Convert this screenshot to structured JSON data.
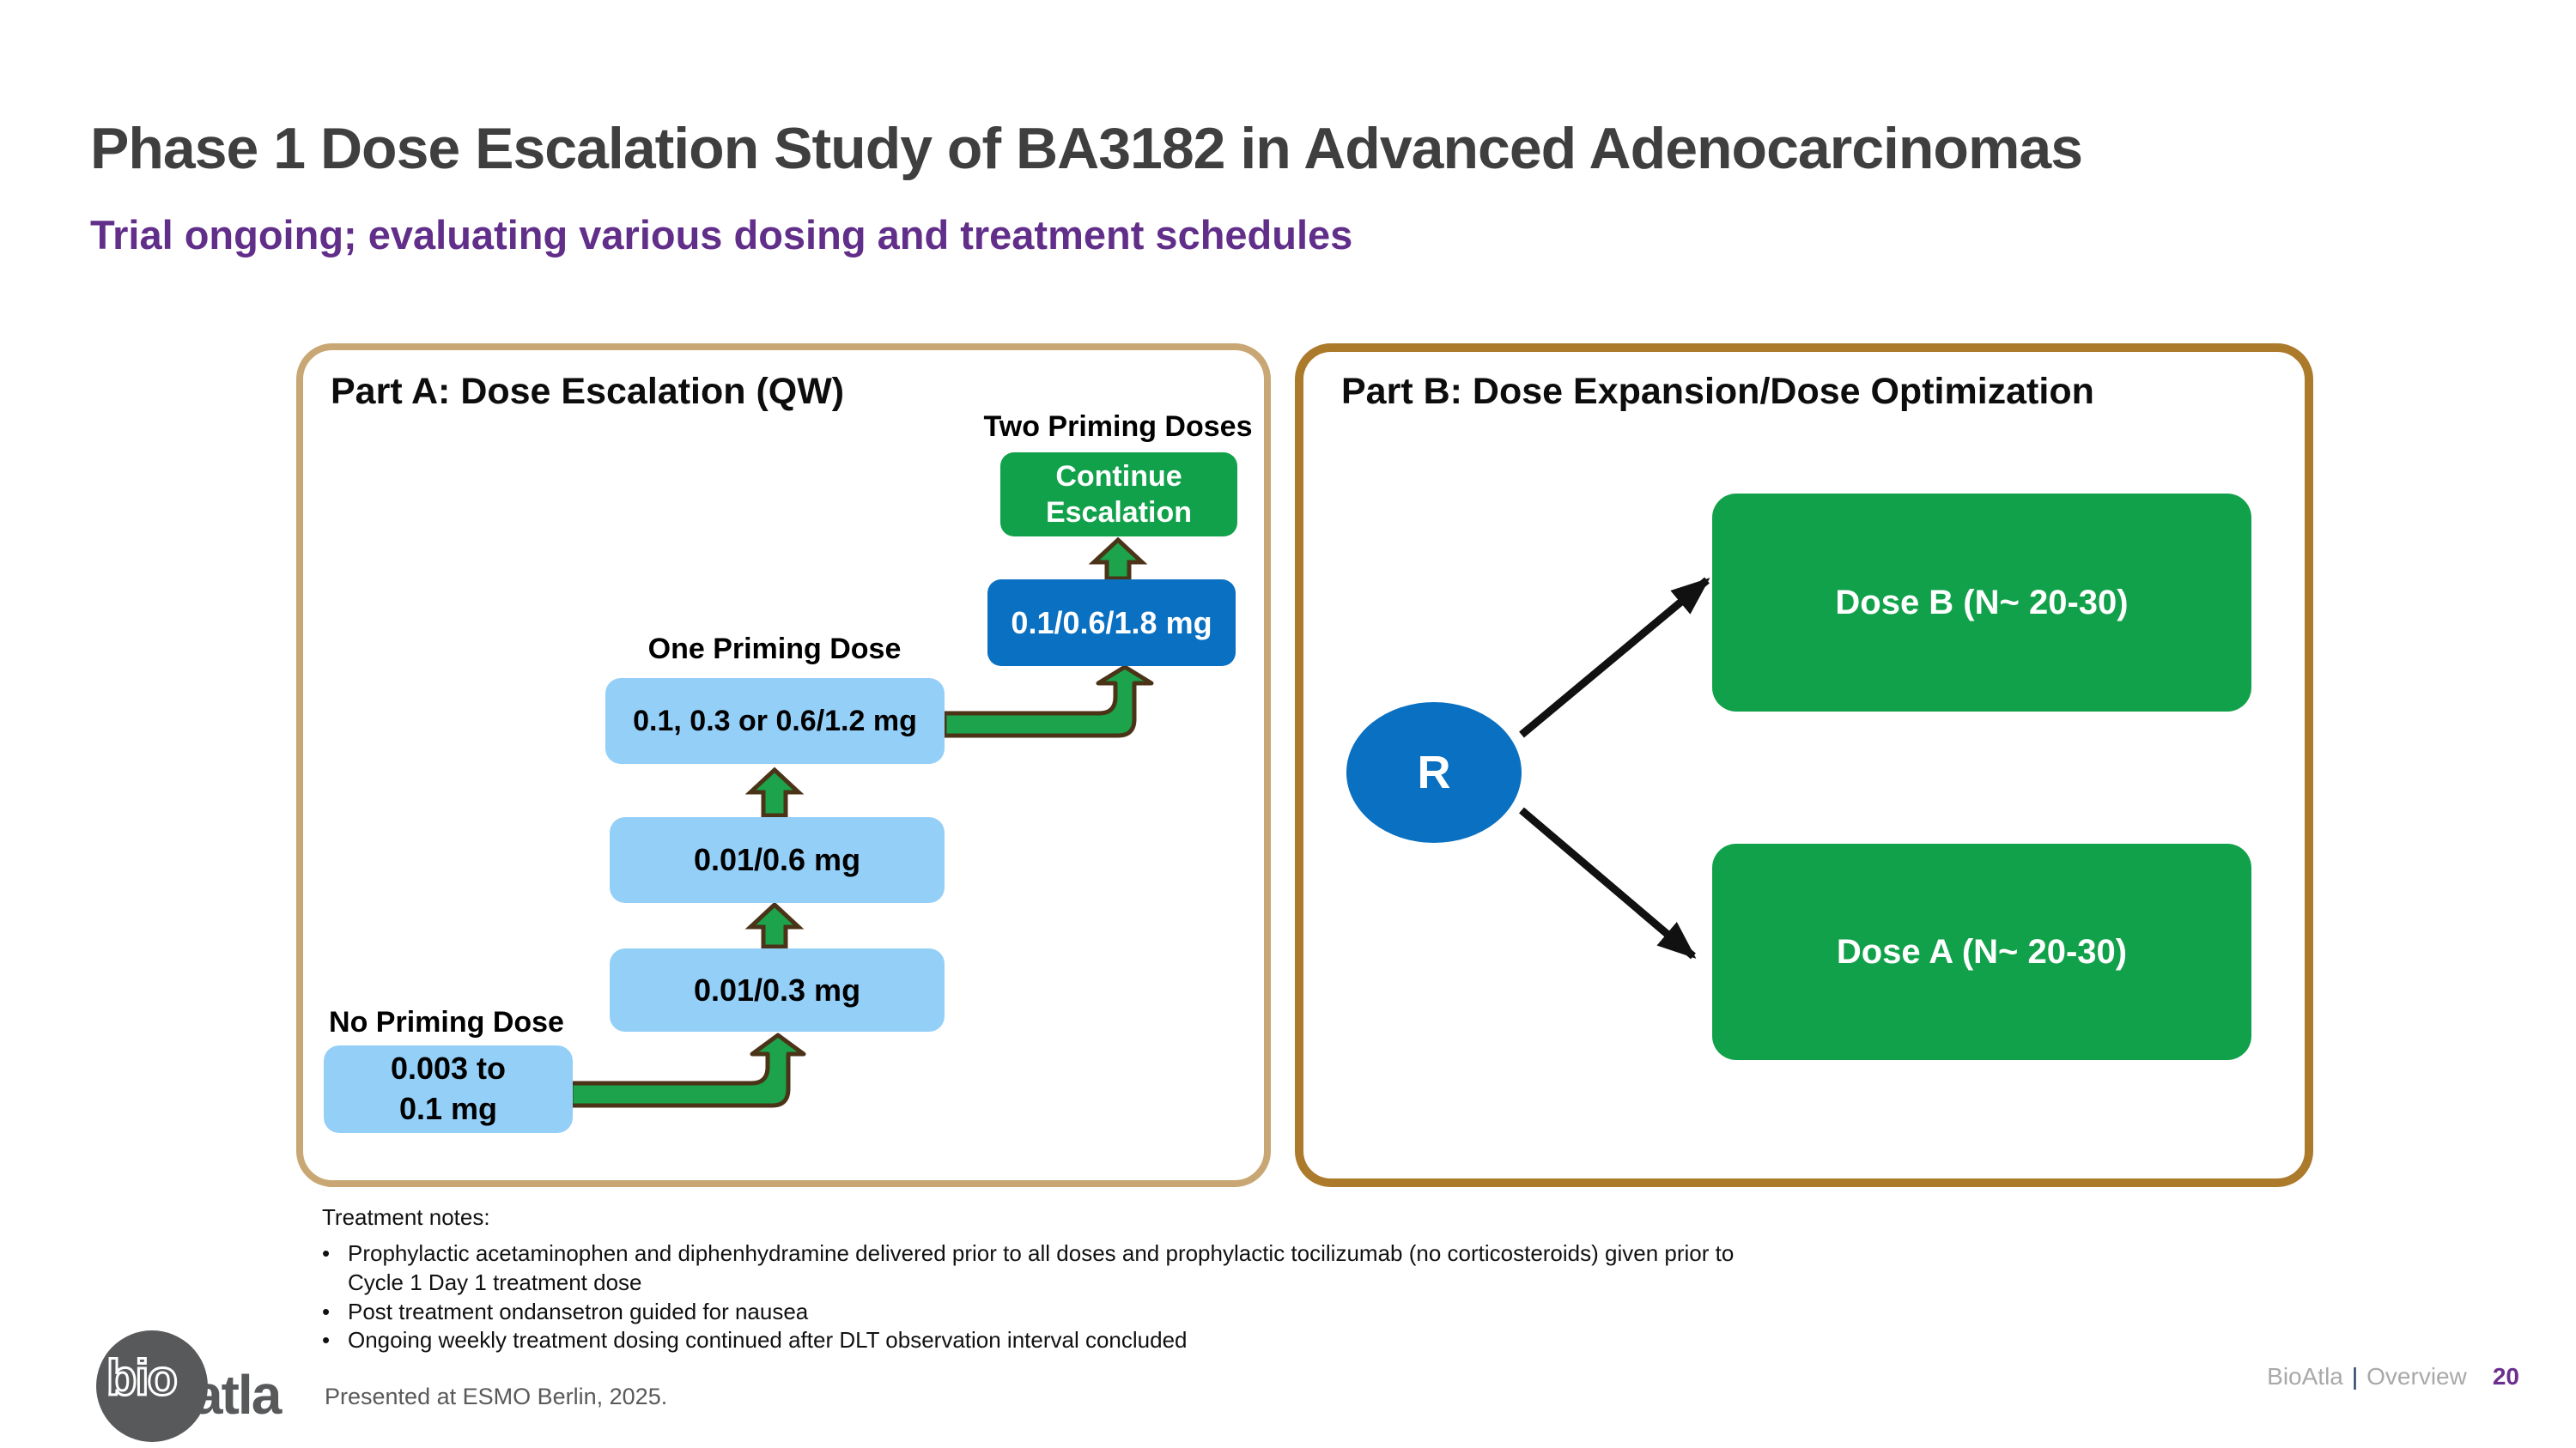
{
  "slide": {
    "title": "Phase 1 Dose Escalation Study of BA3182 in Advanced Adenocarcinomas",
    "subtitle": "Trial ongoing; evaluating various dosing and treatment schedules",
    "footnote": "Presented at ESMO Berlin, 2025.",
    "brand": "BioAtla",
    "brand_separator": "|",
    "brand_section": "Overview",
    "page_number": "20"
  },
  "logo": {
    "bio": "bio",
    "atla": "atla"
  },
  "part_a": {
    "title": "Part A: Dose Escalation (QW)",
    "two_priming_label": "Two Priming Doses",
    "one_priming_label": "One Priming Dose",
    "no_priming_label": "No Priming Dose",
    "continue_box": "Continue Escalation",
    "dose_level_4": "0.1/0.6/1.8 mg",
    "dose_level_3": "0.1, 0.3 or 0.6/1.2 mg",
    "dose_level_2": "0.01/0.6 mg",
    "dose_level_1": "0.01/0.3 mg",
    "dose_start_line1": "0.003 to",
    "dose_start_line2": "0.1 mg"
  },
  "part_b": {
    "title": "Part B: Dose Expansion/Dose Optimization",
    "randomization_label": "R",
    "dose_b_box": "Dose B (N~ 20-30)",
    "dose_a_box": "Dose A (N~ 20-30)"
  },
  "treatment_notes": {
    "heading": "Treatment notes:",
    "bullets": [
      "Prophylactic acetaminophen and diphenhydramine delivered prior to all doses and prophylactic tocilizumab (no corticosteroids) given prior to Cycle 1 Day 1 treatment dose",
      "Post treatment ondansetron guided for nausea",
      "Ongoing weekly treatment dosing continued after DLT observation interval concluded"
    ]
  },
  "colors": {
    "title_gray": "#3f3f3f",
    "subtitle_purple": "#612e8a",
    "panel_a_border": "#c8a774",
    "panel_b_border": "#ac7a2b",
    "green_box": "#12a14b",
    "dark_blue_box": "#0a70c1",
    "light_blue_box": "#94cff8",
    "arrow_green": "#1ca34b",
    "arrow_outline": "#4b3318",
    "branch_arrow_black": "#111111",
    "page_number_purple": "#6a2f8f",
    "footer_gray": "#a9a9a9",
    "logo_gray": "#58595b"
  }
}
